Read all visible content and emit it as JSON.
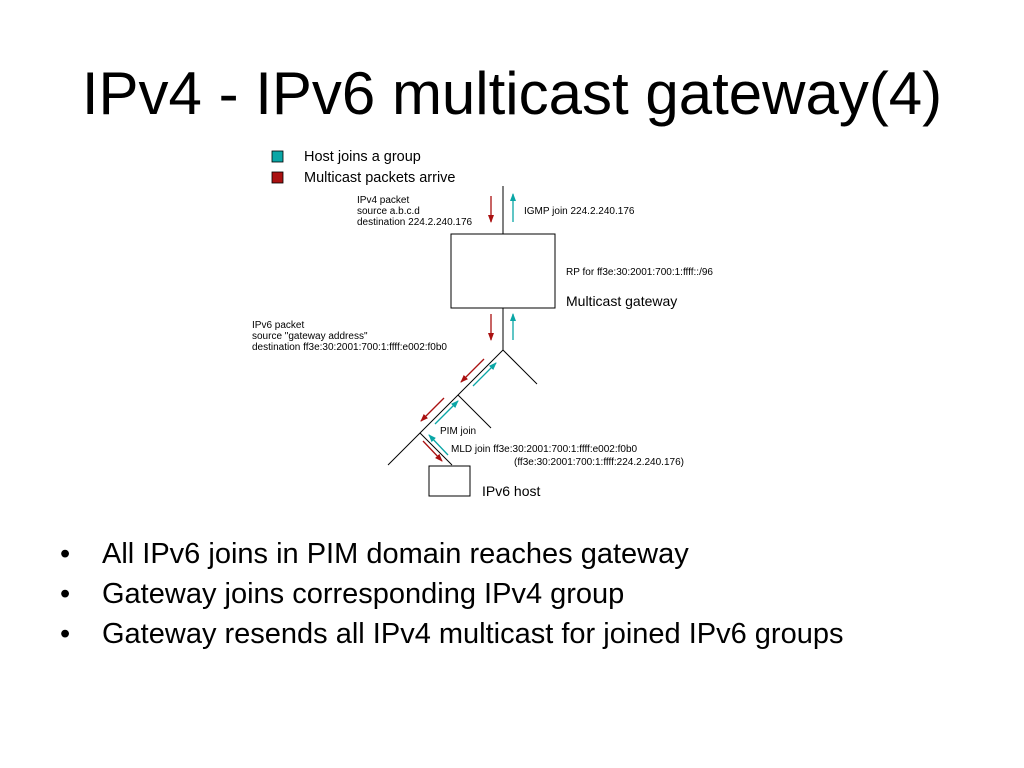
{
  "title": "IPv4 - IPv6 multicast gateway(4)",
  "colors": {
    "join": "#0aa6a6",
    "packet": "#aa1111",
    "line": "#000000"
  },
  "legend": {
    "join": "Host joins a group",
    "packet": "Multicast packets arrive"
  },
  "diagram": {
    "ipv4_packet": {
      "heading": "IPv4 packet",
      "source": "source a.b.c.d",
      "destination": "destination 224.2.240.176"
    },
    "igmp_join": "IGMP join 224.2.240.176",
    "rp": "RP for ff3e:30:2001:700:1:ffff::/96",
    "gateway_label": "Multicast gateway",
    "ipv6_packet": {
      "heading": "IPv6 packet",
      "source": "source \"gateway address\"",
      "destination": "destination ff3e:30:2001:700:1:ffff:e002:f0b0"
    },
    "pim_join": "PIM join",
    "mld_join_line1": "MLD join ff3e:30:2001:700:1:ffff:e002:f0b0",
    "mld_join_line2": "(ff3e:30:2001:700:1:ffff:224.2.240.176)",
    "host_label": "IPv6 host"
  },
  "bullets": {
    "marker": "•",
    "items": [
      "All IPv6 joins in PIM domain reaches gateway",
      "Gateway joins corresponding IPv4 group",
      "Gateway resends all IPv4 multicast for joined IPv6 groups"
    ]
  }
}
